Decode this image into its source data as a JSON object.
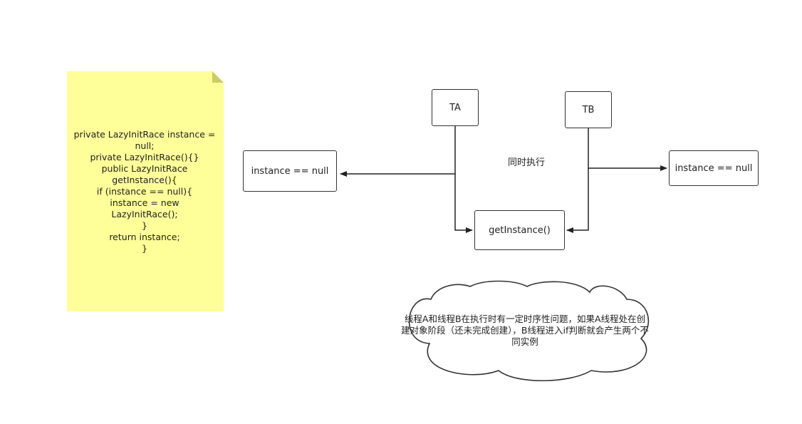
{
  "note": {
    "code_lines": "private LazyInitRace instance =\nnull;\n    private LazyInitRace(){}\n    public LazyInitRace\n    getInstance(){\n        if (instance == null){\n            instance = new\n    LazyInitRace();\n            }\n        return instance;\n    }",
    "fill_color": "#ffff99",
    "fold_color": "#cccc66"
  },
  "nodes": {
    "ta": "TA",
    "tb": "TB",
    "left_check": "instance == null",
    "right_check": "instance == null",
    "get_instance": "getInstance()"
  },
  "labels": {
    "concurrent": "同时执行"
  },
  "cloud": {
    "text": "线程A和线程B在执行时有一定时序性问题，如果A线程处在创建对象阶段（还未完成创建），B线程进入if判断就会产生两个不同实例"
  }
}
